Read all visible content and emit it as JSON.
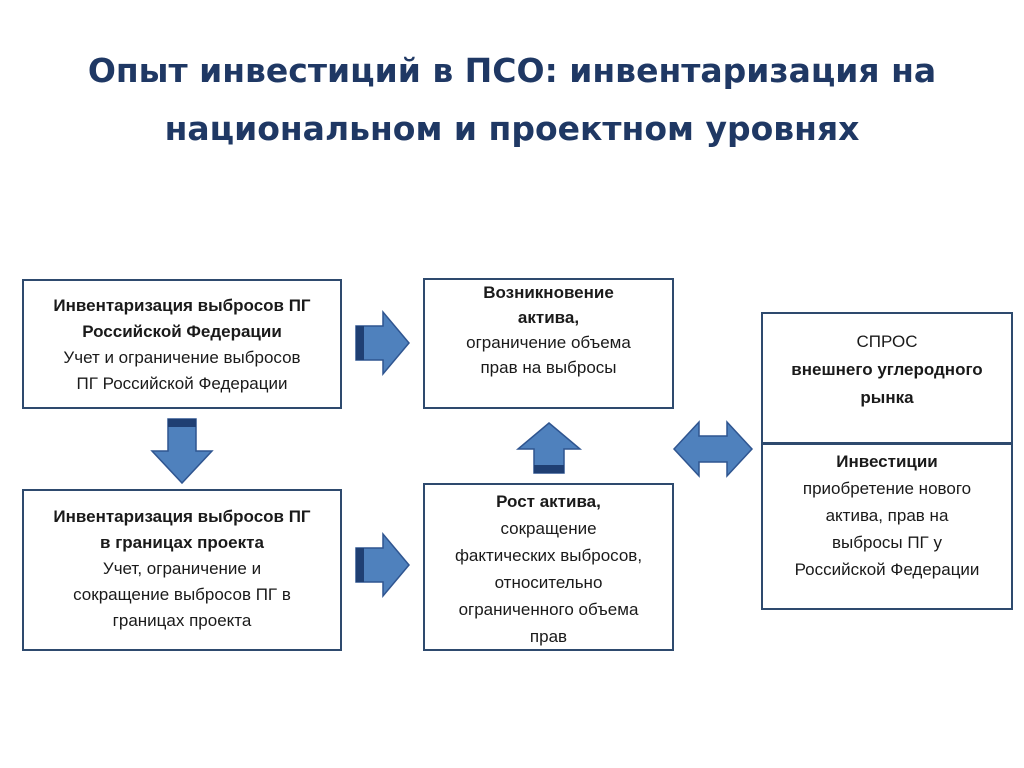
{
  "title": {
    "line1": "Опыт инвестиций в ПСО: инвентаризация на",
    "line2": "национальном и проектном уровнях"
  },
  "boxes": {
    "inventory_rf": {
      "heading1": "Инвентаризация выбросов ПГ",
      "heading2": "Российской Федерации",
      "body1": "Учет и ограничение выбросов",
      "body2": "ПГ Российской Федерации"
    },
    "inventory_project": {
      "heading1": "Инвентаризация выбросов ПГ",
      "heading2": "в границах проекта",
      "body1": "Учет,  ограничение и",
      "body2": "сокращение  выбросов ПГ в",
      "body3": "границах проекта"
    },
    "asset_emergence": {
      "heading1": "Возникновение",
      "heading2": "актива,",
      "body1": "ограничение объема",
      "body2": "прав на выбросы"
    },
    "asset_growth": {
      "heading1": "Рост актива,",
      "body1": "сокращение",
      "body2": "фактических выбросов,",
      "body3": "относительно",
      "body4": "ограниченного объема",
      "body5": "прав"
    },
    "demand": {
      "heading1": "СПРОС",
      "heading2": "внешнего углеродного",
      "heading3": "рынка"
    },
    "investments": {
      "heading1": "Инвестиции",
      "body1": "приобретение нового",
      "body2": "актива,  прав на",
      "body3": "выбросы ПГ у",
      "body4": "Российской Федерации"
    }
  },
  "colors": {
    "title": "#1f3864",
    "box_border": "#2e4a6e",
    "arrow_fill": "#4f81bd",
    "arrow_stroke": "#2f5590"
  },
  "arrows": [
    {
      "name": "arrow-right-top-icon",
      "direction": "right"
    },
    {
      "name": "arrow-right-bottom-icon",
      "direction": "right"
    },
    {
      "name": "arrow-down-icon",
      "direction": "down"
    },
    {
      "name": "arrow-up-icon",
      "direction": "up"
    },
    {
      "name": "arrow-double-horizontal-icon",
      "direction": "left-right"
    }
  ]
}
